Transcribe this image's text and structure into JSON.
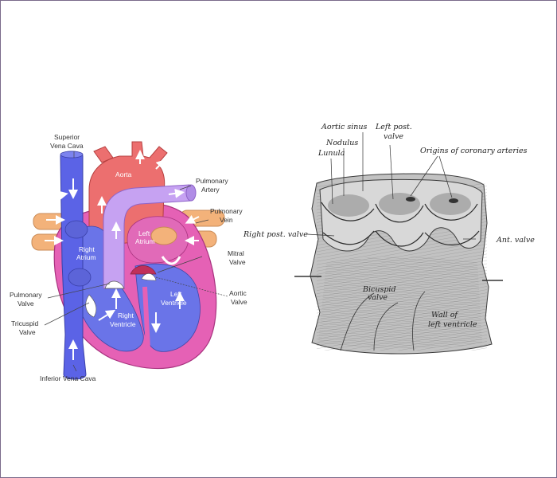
{
  "heart_diagram": {
    "labels": {
      "superior_vena_cava_1": "Superior",
      "superior_vena_cava_2": "Vena Cava",
      "aorta": "Aorta",
      "pulmonary_artery_1": "Pulmonary",
      "pulmonary_artery_2": "Artery",
      "pulmonary_vein_1": "Pulmonary",
      "pulmonary_vein_2": "Vein",
      "left_atrium_1": "Left",
      "left_atrium_2": "Atrium",
      "right_atrium_1": "Right",
      "right_atrium_2": "Atrium",
      "mitral_valve_1": "Mitral",
      "mitral_valve_2": "Valve",
      "pulmonary_valve_1": "Pulmonary",
      "pulmonary_valve_2": "Valve",
      "aortic_valve_1": "Aortic",
      "aortic_valve_2": "Valve",
      "left_ventricle_1": "Left",
      "left_ventricle_2": "Ventricle",
      "right_ventricle_1": "Right",
      "right_ventricle_2": "Ventricle",
      "tricuspid_valve_1": "Tricuspid",
      "tricuspid_valve_2": "Valve",
      "inferior_vena_cava": "Inferior Vena Cava"
    },
    "colors": {
      "vena_cava": "#5b63e6",
      "aorta": "#ec6f6f",
      "pulmonary_artery": "#c6a2f2",
      "pulmonary_vein": "#f3b27a",
      "heart_wall": "#e561b5",
      "right_side": "#6a74e8"
    }
  },
  "valve_engraving": {
    "labels": {
      "aortic_sinus": "Aortic sinus",
      "left_post_valve_1": "Left post.",
      "left_post_valve_2": "valve",
      "nodulus": "Nodulus",
      "lunula": "Lunula",
      "origins_coronary": "Origins of coronary arteries",
      "right_post_valve": "Right post. valve",
      "ant_valve": "Ant. valve",
      "bicuspid_valve_1": "Bicuspid",
      "bicuspid_valve_2": "valve",
      "wall_left_ventricle_1": "Wall of",
      "wall_left_ventricle_2": "left ventricle"
    },
    "colors": {
      "tissue": "#b9b9b9",
      "ink": "#3a3a3a"
    }
  }
}
